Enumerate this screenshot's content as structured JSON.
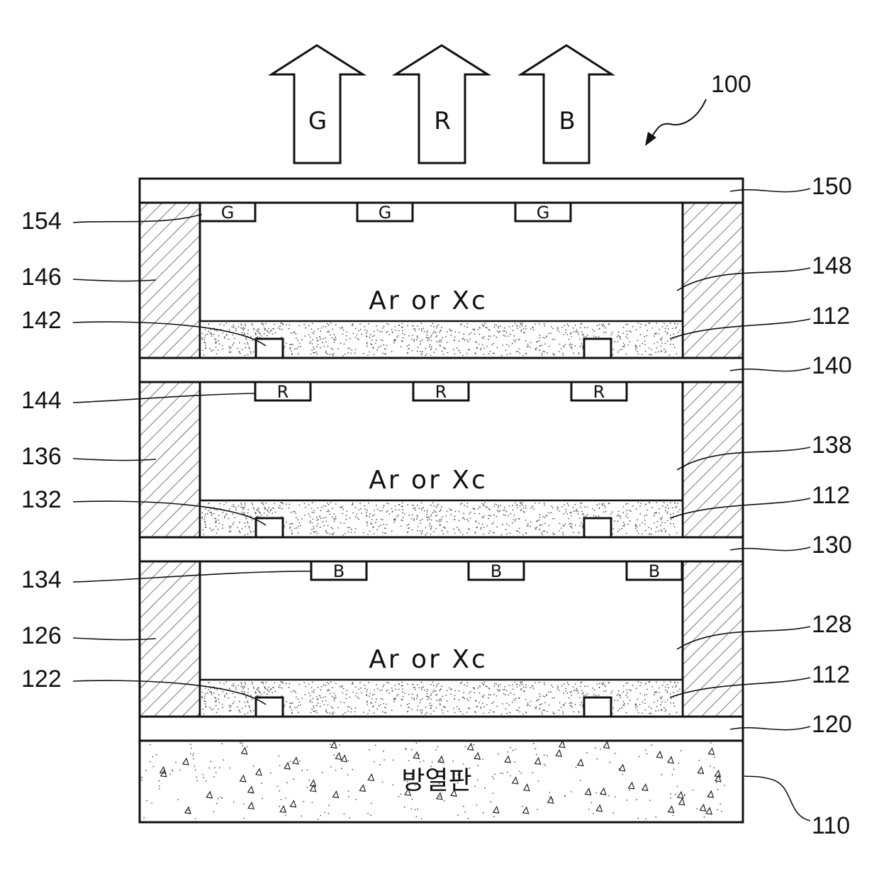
{
  "figure": {
    "device_ref": "100",
    "arrows": [
      "G",
      "R",
      "B"
    ],
    "gas_label": "Ar or Xc",
    "heat_sink_label": "방열판",
    "tiers": [
      {
        "phosphor_color": "G",
        "phosphor_ref": "154",
        "cover_ref": "150",
        "spacer_ref": "146",
        "chamber_ref": "148",
        "layer_ref": "112",
        "electrode_ref": "142",
        "substrate_ref": "140"
      },
      {
        "phosphor_color": "R",
        "phosphor_ref": "144",
        "spacer_ref": "136",
        "chamber_ref": "138",
        "layer_ref": "112",
        "electrode_ref": "132",
        "substrate_ref": "130"
      },
      {
        "phosphor_color": "B",
        "phosphor_ref": "134",
        "spacer_ref": "126",
        "chamber_ref": "128",
        "layer_ref": "112",
        "electrode_ref": "122",
        "substrate_ref": "120"
      }
    ],
    "heat_sink_ref": "110"
  }
}
